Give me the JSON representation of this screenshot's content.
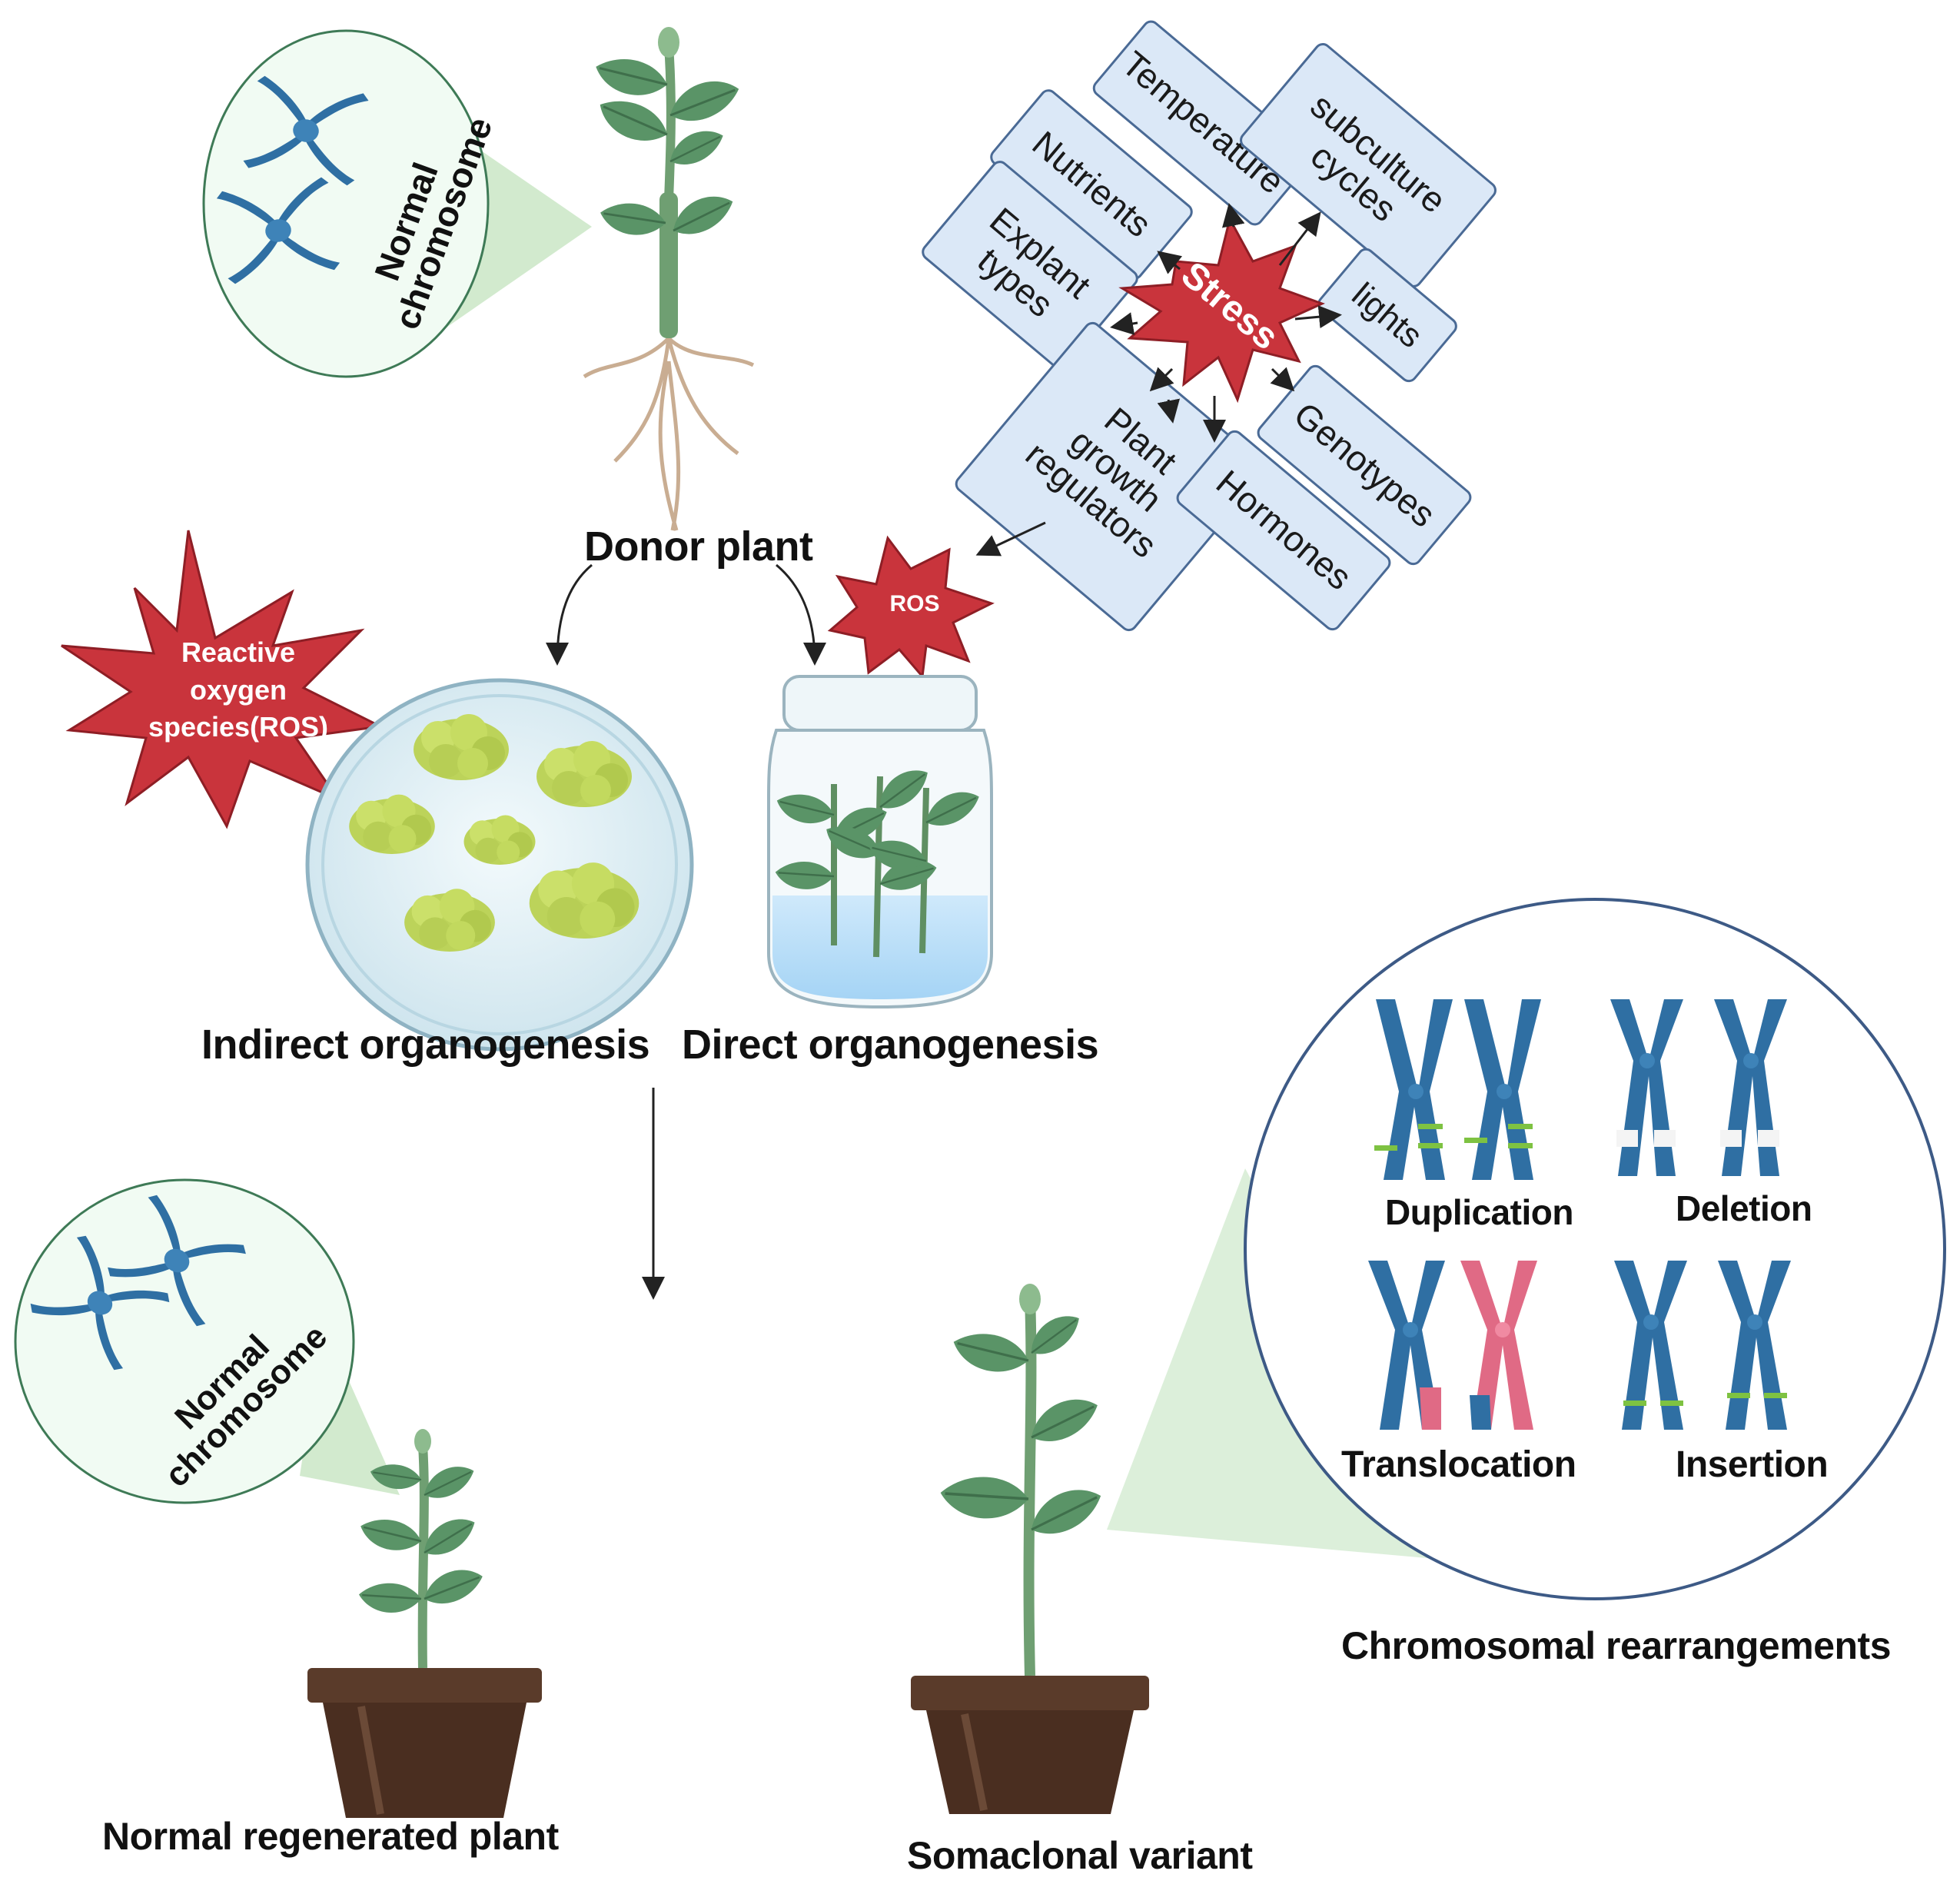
{
  "colors": {
    "chromosome_blue": "#2f6fa3",
    "chromosome_pink": "#e06a85",
    "leaf_green": "#5a9467",
    "stem_green": "#6f9f72",
    "callus": "#bcd35a",
    "star_red": "#c9343c",
    "factor_box": "#dbe8f7",
    "pot_brown": "#5a3b2a",
    "highlight_green": "#7ec242"
  },
  "labels": {
    "donor_plant": "Donor plant",
    "indirect": "Indirect organogenesis",
    "direct": "Direct organogenesis",
    "normal_regenerated": "Normal regenerated plant",
    "somaclonal": "Somaclonal variant",
    "chromosomal_rearrangements": "Chromosomal rearrangements"
  },
  "bubbles": {
    "top": "Normal\nchromosome",
    "bottom": "Normal\nchromosome"
  },
  "stars": {
    "stress": "Stress",
    "ros_small": "ROS",
    "ros_large": "Reactive\noxygen\nspecies(ROS)"
  },
  "stress_factors": [
    "Temperature",
    "subculture\ncycles",
    "Nutrients",
    "Explant\ntypes",
    "lights",
    "Plant\ngrowth\nregulators",
    "Genotypes",
    "Hormones"
  ],
  "rearrangements": {
    "duplication": "Duplication",
    "deletion": "Deletion",
    "translocation": "Translocation",
    "insertion": "Insertion"
  }
}
